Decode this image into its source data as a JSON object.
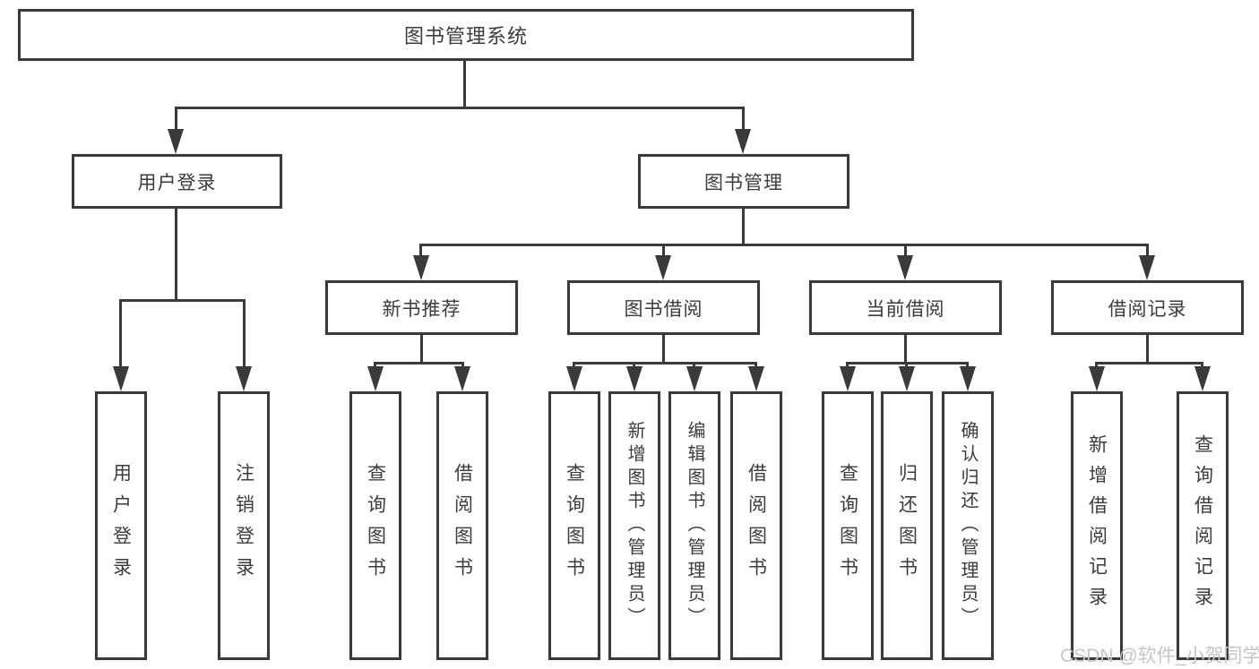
{
  "diagram": {
    "title": "图书管理系统",
    "root": {
      "label": "图书管理系统"
    },
    "level2": [
      {
        "id": "user-login",
        "label": "用户登录"
      },
      {
        "id": "book-management",
        "label": "图书管理"
      }
    ],
    "level3": [
      {
        "id": "new-book-recommend",
        "label": "新书推荐",
        "parent": "图书管理"
      },
      {
        "id": "book-borrow",
        "label": "图书借阅",
        "parent": "图书管理"
      },
      {
        "id": "current-borrow",
        "label": "当前借阅",
        "parent": "图书管理"
      },
      {
        "id": "borrow-records",
        "label": "借阅记录",
        "parent": "图书管理"
      }
    ],
    "leaves": [
      {
        "label": "用户登录",
        "parent": "用户登录"
      },
      {
        "label": "注销登录",
        "parent": "用户登录"
      },
      {
        "label": "查询图书",
        "parent": "新书推荐"
      },
      {
        "label": "借阅图书",
        "parent": "新书推荐"
      },
      {
        "label": "查询图书",
        "parent": "图书借阅"
      },
      {
        "label": "新增图书（管理员）",
        "parent": "图书借阅"
      },
      {
        "label": "编辑图书（管理员）",
        "parent": "图书借阅"
      },
      {
        "label": "借阅图书",
        "parent": "图书借阅"
      },
      {
        "label": "查询图书",
        "parent": "当前借阅"
      },
      {
        "label": "归还图书",
        "parent": "当前借阅"
      },
      {
        "label": "确认归还（管理员）",
        "parent": "当前借阅"
      },
      {
        "label": "新增借阅记录",
        "parent": "借阅记录"
      },
      {
        "label": "查询借阅记录",
        "parent": "借阅记录"
      }
    ],
    "watermark": "CSDN @软件_小贺同学",
    "colors": {
      "line": "#3a3a3a",
      "text": "#3c3c3c",
      "background": "#ffffff",
      "watermark": "#c6c6c6"
    }
  }
}
